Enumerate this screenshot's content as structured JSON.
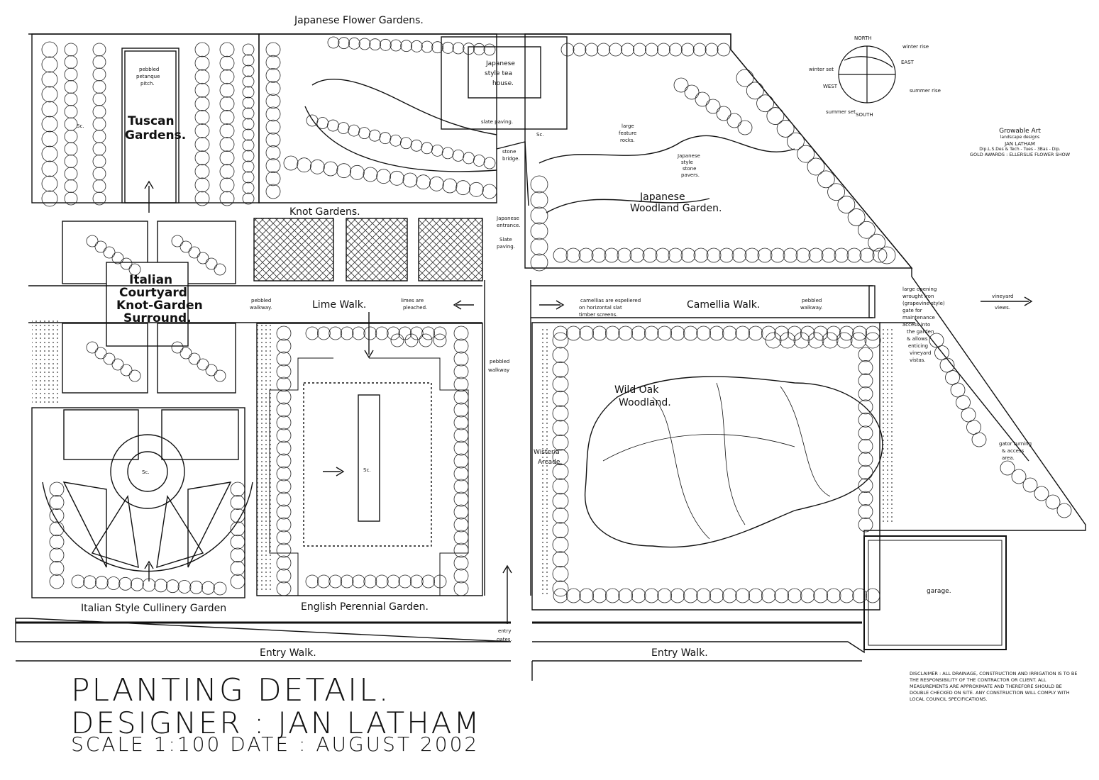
{
  "labels": {
    "japanese_flower_gardens": "Japanese Flower Gardens.",
    "tuscan_gardens_1": "Tuscan",
    "tuscan_gardens_2": "Gardens.",
    "pebbled_petanque_1": "pebbled",
    "pebbled_petanque_2": "petanque",
    "pebbled_petanque_3": "pitch.",
    "tea_house_1": "Japanese",
    "tea_house_2": "style tea",
    "tea_house_3": "house.",
    "slate_paving": "slate paving.",
    "stone_bridge_1": "stone",
    "stone_bridge_2": "bridge.",
    "large_feature_rocks_1": "large",
    "large_feature_rocks_2": "feature",
    "large_feature_rocks_3": "rocks.",
    "japanese_stone_pavers_1": "Japanese",
    "japanese_stone_pavers_2": "style",
    "japanese_stone_pavers_3": "stone",
    "japanese_stone_pavers_4": "pavers.",
    "japanese_woodland_1": "Japanese",
    "japanese_woodland_2": "Woodland Garden.",
    "knot_gardens": "Knot Gardens.",
    "japanese_entrance_1": "Japanese",
    "japanese_entrance_2": "entrance.",
    "slate_paving_2a": "Slate",
    "slate_paving_2b": "paving.",
    "italian_courtyard_1": "Italian",
    "italian_courtyard_2": "Courtyard",
    "italian_courtyard_3": "Knot-Garden",
    "italian_courtyard_4": "Surround.",
    "lime_walk": "Lime Walk.",
    "pebbled_walkway_1a": "pebbled",
    "pebbled_walkway_1b": "walkway.",
    "limes_pleached_1": "limes are",
    "limes_pleached_2": "pleached.",
    "camellias_1": "camellias are espeliered",
    "camellias_2": "on horizontal slat",
    "camellias_3": "timber screens.",
    "camellia_walk": "Camellia Walk.",
    "pebbled_walkway_2a": "pebbled",
    "pebbled_walkway_2b": "walkway.",
    "large_opening_1": "large opening",
    "large_opening_2": "wrought iron",
    "large_opening_3": "(grapevine style)",
    "large_opening_4": "gate for",
    "large_opening_5": "maintenance",
    "large_opening_6": "access into",
    "large_opening_7": "the garden",
    "large_opening_8": "& allows",
    "large_opening_9": "enticing",
    "large_opening_10": "vineyard",
    "large_opening_11": "vistas.",
    "vineyard_views_1": "vineyard",
    "vineyard_views_2": "views.",
    "pebbled_walkway_3a": "pebbled",
    "pebbled_walkway_3b": "walkway",
    "wild_oak_1": "Wild Oak",
    "wild_oak_2": "Woodland.",
    "wisteria_1": "Wisteria",
    "wisteria_2": "Arcade.",
    "gator_1": "gator turning",
    "gator_2": "& access",
    "gator_3": "area.",
    "garage": "garage.",
    "italian_culinary": "Italian Style Cullinery Garden",
    "english_perennial": "English Perennial Garden.",
    "entry_gates_1": "entry",
    "entry_gates_2": "gates.",
    "entry_walk_left": "Entry Walk.",
    "entry_walk_right": "Entry Walk.",
    "sc_1": "Sc.",
    "sc_2": "Sc.",
    "sc_3": "Sc.",
    "sc_4": "Sc."
  },
  "compass": {
    "north": "NORTH",
    "south": "SOUTH",
    "east": "EAST",
    "west": "WEST",
    "winter_set": "winter set",
    "winter_rise": "winter rise",
    "summer_set": "summer set",
    "summer_rise": "summer rise"
  },
  "logo": {
    "name": "Growable Art",
    "sub": "landscape designs",
    "designer": "JAN LATHAM",
    "credentials": "Dip.L.S.Des & Tech - Tues - 3Bas - Dip.",
    "award": "GOLD AWARDS : ELLERSLIE FLOWER SHOW"
  },
  "title_block": {
    "line1": "PLANTING DETAIL.",
    "line2": "DESIGNER : JAN LATHAM",
    "line3": "SCALE 1:100   DATE : AUGUST 2002"
  },
  "disclaimer": "DISCLAIMER : ALL DRAINAGE, CONSTRUCTION AND IRRIGATION IS TO BE THE RESPONSIBILITY OF THE CONTRACTOR OR CLIENT. ALL MEASUREMENTS ARE APPROXIMATE AND THEREFORE SHOULD BE DOUBLE CHECKED ON SITE. ANY CONSTRUCTION WILL COMPLY WITH LOCAL COUNCIL SPECIFICATIONS."
}
